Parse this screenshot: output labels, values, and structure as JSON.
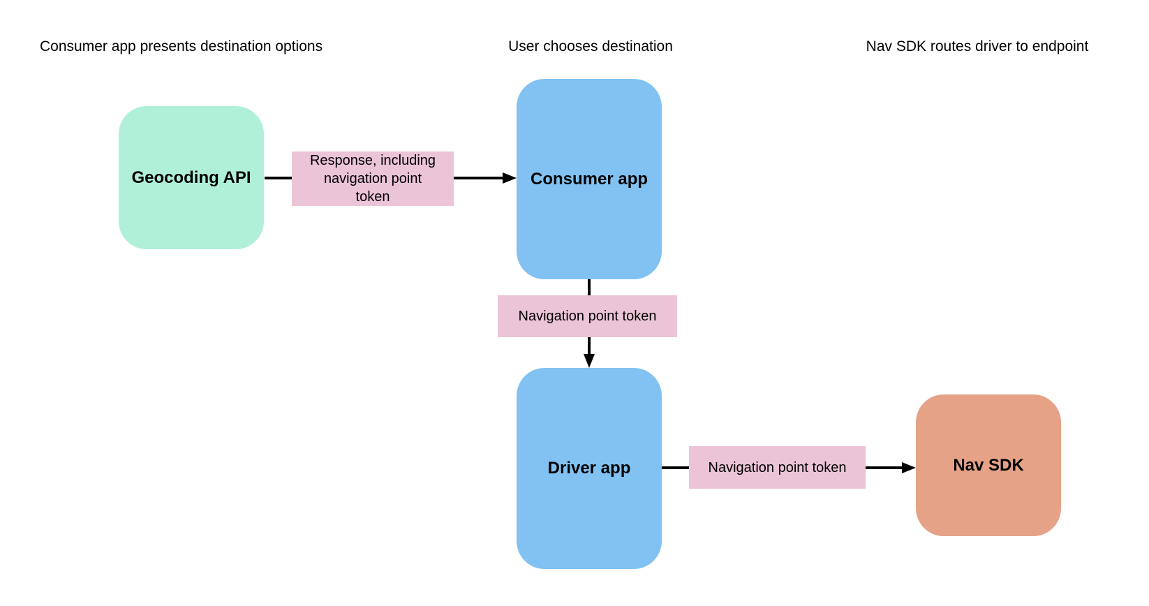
{
  "diagram": {
    "background": "#FFFFFF",
    "arrow_color": "#000000",
    "columns": [
      {
        "title": "Consumer app presents destination options"
      },
      {
        "title": "User chooses destination"
      },
      {
        "title": "Nav SDK routes driver to endpoint"
      }
    ],
    "nodes": [
      {
        "id": "geocoding-api",
        "label": "Geocoding API",
        "color": "#B0F0D8"
      },
      {
        "id": "consumer-app",
        "label": "Consumer app",
        "color": "#82C2F2"
      },
      {
        "id": "driver-app",
        "label": "Driver app",
        "color": "#82C2F2"
      },
      {
        "id": "nav-sdk",
        "label": "Nav SDK",
        "color": "#E5A287"
      }
    ],
    "edges": [
      {
        "from": "Geocoding API",
        "to": "Consumer app",
        "direction": "right",
        "label": "Response, including navigation point token",
        "label_color": "#EBC4D7"
      },
      {
        "from": "Consumer app",
        "to": "Driver app",
        "direction": "down",
        "label": "Navigation point token",
        "label_color": "#EBC4D7"
      },
      {
        "from": "Driver app",
        "to": "Nav SDK",
        "direction": "right",
        "label": "Navigation point token",
        "label_color": "#EBC4D7"
      }
    ]
  }
}
